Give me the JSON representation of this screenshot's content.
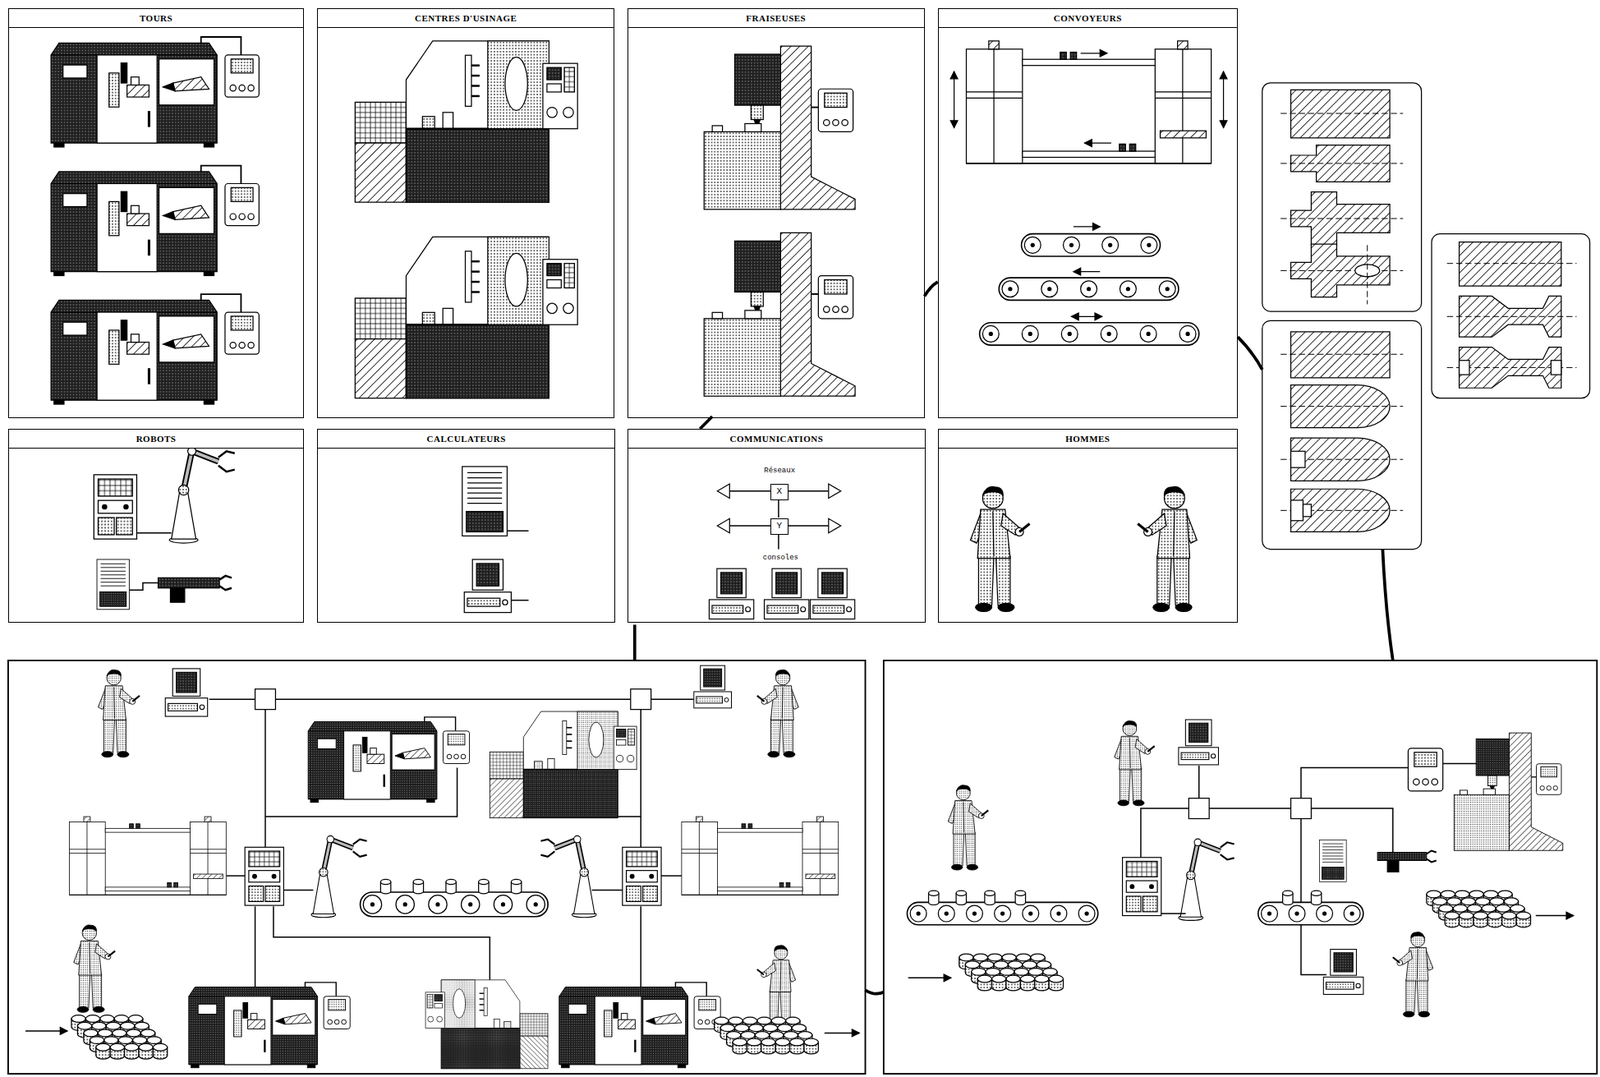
{
  "diagram": {
    "nodes": [
      {
        "text": [
          "TOURS"
        ]
      },
      {
        "text": [
          "CENTRES D'USINAGE"
        ]
      },
      {
        "text": [
          "FRAISEUSES"
        ]
      },
      {
        "text": [
          "CONVOYEURS"
        ]
      },
      {
        "text": [
          "ROBOTS"
        ]
      },
      {
        "text": [
          "CALCULATEURS"
        ]
      },
      {
        "text": [
          "COMMUNICATIONS"
        ]
      },
      {
        "text": [
          "X"
        ],
        "in": 6
      },
      {
        "text": [
          "Y"
        ],
        "in": 6
      },
      {
        "text": [
          "HOMMES"
        ]
      }
    ],
    "labels": [
      "Réseaux",
      "consoles"
    ]
  }
}
